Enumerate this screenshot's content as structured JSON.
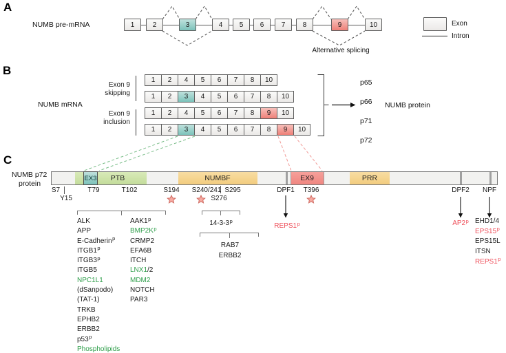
{
  "panelA": {
    "letter": "A",
    "title": "NUMB pre-mRNA",
    "exons": [
      {
        "n": "1"
      },
      {
        "n": "2"
      },
      {
        "n": "3",
        "hl": "teal"
      },
      {
        "n": "4"
      },
      {
        "n": "5"
      },
      {
        "n": "6"
      },
      {
        "n": "7"
      },
      {
        "n": "8"
      },
      {
        "n": "9",
        "hl": "red"
      },
      {
        "n": "10"
      }
    ],
    "alt_label": "Alternative splicing",
    "legend": {
      "exon": "Exon",
      "intron": "Intron"
    }
  },
  "panelB": {
    "letter": "B",
    "title": "NUMB mRNA",
    "groups": [
      {
        "line1": "Exon 9",
        "line2": "skipping"
      },
      {
        "line1": "Exon 9",
        "line2": "inclusion"
      }
    ],
    "rows": [
      [
        {
          "n": "1"
        },
        {
          "n": "2"
        },
        {
          "n": "4"
        },
        {
          "n": "5"
        },
        {
          "n": "6"
        },
        {
          "n": "7"
        },
        {
          "n": "8"
        },
        {
          "n": "10"
        }
      ],
      [
        {
          "n": "1"
        },
        {
          "n": "2"
        },
        {
          "n": "3",
          "hl": "teal"
        },
        {
          "n": "4"
        },
        {
          "n": "5"
        },
        {
          "n": "6"
        },
        {
          "n": "7"
        },
        {
          "n": "8"
        },
        {
          "n": "10"
        }
      ],
      [
        {
          "n": "1"
        },
        {
          "n": "2"
        },
        {
          "n": "4"
        },
        {
          "n": "5"
        },
        {
          "n": "6"
        },
        {
          "n": "7"
        },
        {
          "n": "8"
        },
        {
          "n": "9",
          "hl": "red"
        },
        {
          "n": "10"
        }
      ],
      [
        {
          "n": "1"
        },
        {
          "n": "2"
        },
        {
          "n": "3",
          "hl": "teal"
        },
        {
          "n": "4"
        },
        {
          "n": "5"
        },
        {
          "n": "6"
        },
        {
          "n": "7"
        },
        {
          "n": "8"
        },
        {
          "n": "9",
          "hl": "red"
        },
        {
          "n": "10"
        }
      ]
    ],
    "isoforms": [
      "p65",
      "p66",
      "p71",
      "p72"
    ],
    "protein_label": "NUMB protein"
  },
  "panelC": {
    "letter": "C",
    "title_line1": "NUMB p72",
    "title_line2": "protein",
    "domains": {
      "ex3": "EX3",
      "ptb": "PTB",
      "numbf": "NUMBF",
      "ex9": "EX9",
      "prr": "PRR"
    },
    "sites_row1": [
      "S7",
      "T79",
      "T102",
      "S194",
      "S240/241",
      "S295",
      "DPF1",
      "T396",
      "DPF2",
      "NPF"
    ],
    "sites_row2": [
      "Y15",
      "S276"
    ],
    "ptb_list_col1": [
      {
        "t": "ALK"
      },
      {
        "t": "APP"
      },
      {
        "t": "E-Cadherin",
        "sup": "p"
      },
      {
        "t": "ITGB1",
        "sup": "p"
      },
      {
        "t": "ITGB3",
        "sup": "p"
      },
      {
        "t": "ITGB5"
      },
      {
        "t": "NPC1L1",
        "color": "green"
      },
      {
        "t": "(dSanpodo)"
      },
      {
        "t": "(TAT-1)"
      },
      {
        "t": "TRKB"
      },
      {
        "t": "EPHB2"
      },
      {
        "t": "ERBB2"
      },
      {
        "t": "p53",
        "sup": "p"
      },
      {
        "t": "Phospholipids",
        "color": "green"
      }
    ],
    "ptb_list_col2": [
      {
        "t": "AAK1",
        "sup": "p"
      },
      {
        "t": "BMP2K",
        "sup": "p",
        "color": "green"
      },
      {
        "t": "CRMP2"
      },
      {
        "t": "EFA6B"
      },
      {
        "t": "ITCH"
      },
      {
        "t": "LNX1",
        "color": "green",
        "after": "/2"
      },
      {
        "t": "MDM2",
        "color": "green"
      },
      {
        "t": "NOTCH"
      },
      {
        "t": "PAR3"
      }
    ],
    "numbf_binder": {
      "t": "14-3-3",
      "sup": "p"
    },
    "numbf_list": [
      {
        "t": "RAB7"
      },
      {
        "t": "ERBB2"
      }
    ],
    "dpf1_target": {
      "t": "REPS1",
      "sup": "p",
      "color": "red"
    },
    "dpf2_target": {
      "t": "AP2",
      "sup": "p",
      "color": "red"
    },
    "npf_list": [
      {
        "t": "EHD1/4"
      },
      {
        "t": "EPS15",
        "sup": "p",
        "color": "red"
      },
      {
        "t": "EPS15L"
      },
      {
        "t": "ITSN"
      },
      {
        "t": "REPS1",
        "sup": "p",
        "color": "red"
      }
    ]
  },
  "colors": {
    "exon_teal": "#7cc2ba",
    "exon_red": "#ee8078",
    "domain_green": "#c3dc9b",
    "domain_orange": "#f2cc7e",
    "text_green": "#2e9e4a",
    "text_red": "#ee4d58"
  }
}
